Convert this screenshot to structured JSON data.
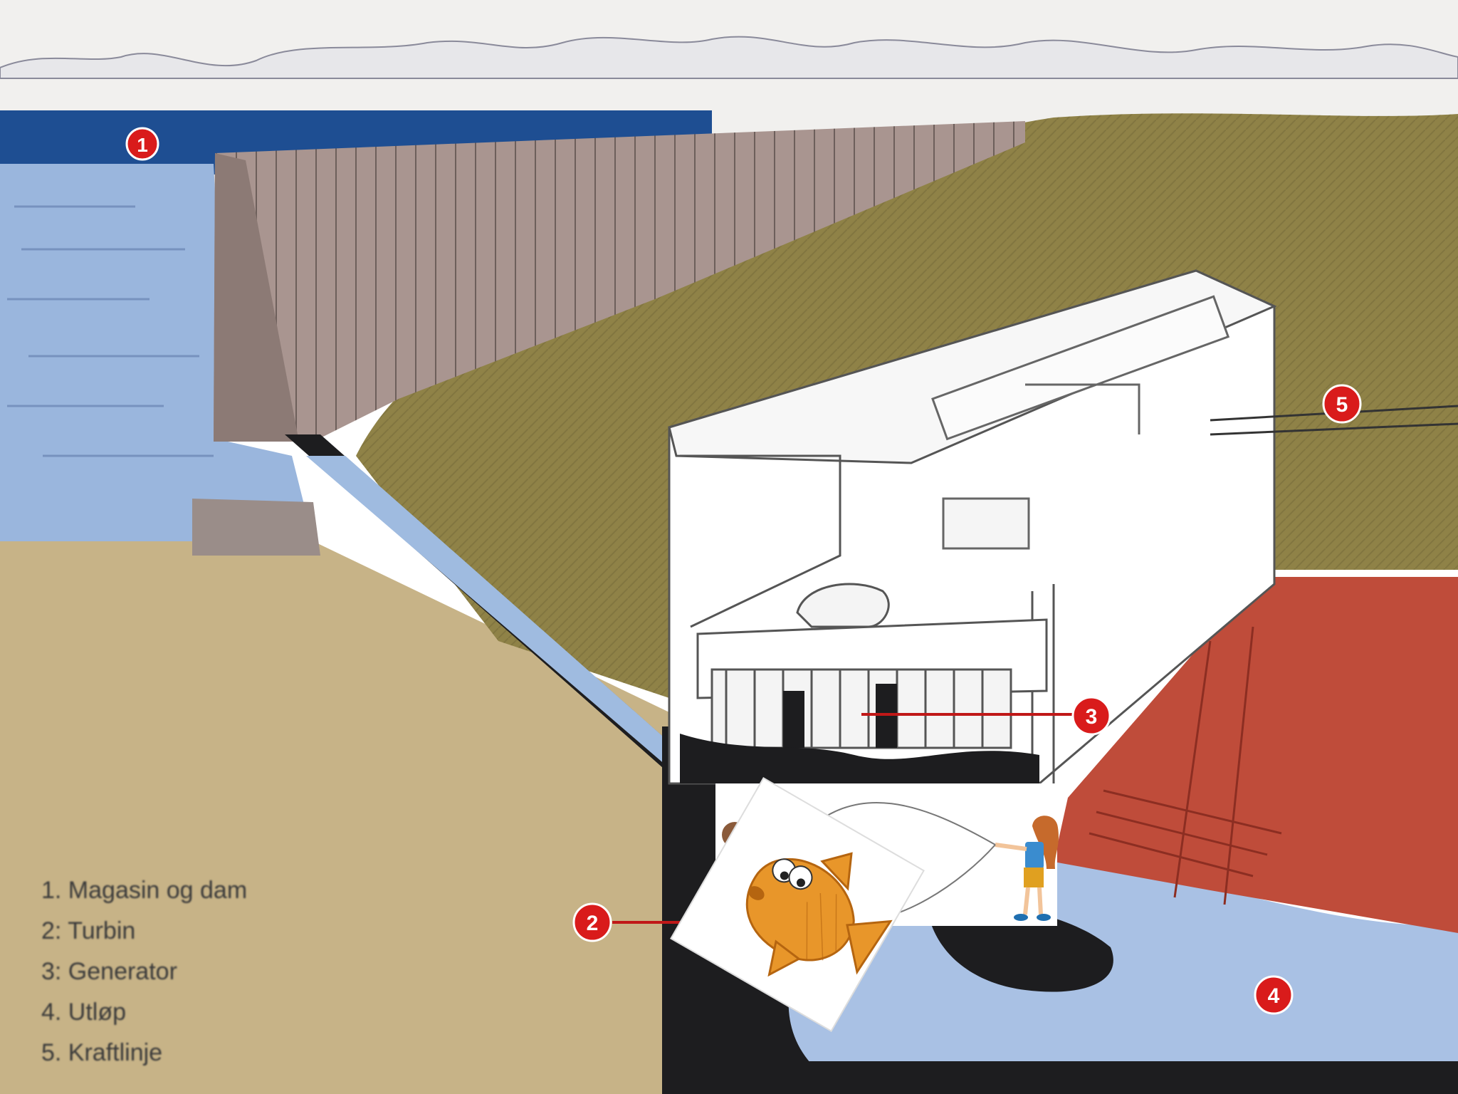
{
  "legend": {
    "items": [
      {
        "label": "1. Magasin og dam"
      },
      {
        "label": "2: Turbin"
      },
      {
        "label": "3: Generator"
      },
      {
        "label": "4. Utløp"
      },
      {
        "label": "5. Kraftlinje"
      }
    ]
  },
  "markers": [
    {
      "label": "1"
    },
    {
      "label": "2"
    },
    {
      "label": "3"
    },
    {
      "label": "4"
    },
    {
      "label": "5"
    }
  ],
  "clipart": {
    "name": "fish-and-girl-clipart"
  },
  "colors": {
    "sky": "#f1f0ee",
    "reservoir_water": "#9ab6dd",
    "reservoir_top": "#1e4e92",
    "dam_wall": "#a99590",
    "hill": "#8f8247",
    "ground": "#c7b387",
    "tunnel_water": "#9fbbe0",
    "outlet_water": "#a9c1e4",
    "roof_red": "#bf4c3a",
    "marker_red": "#d91b1b",
    "penstock_dark": "#1d1d1f"
  }
}
